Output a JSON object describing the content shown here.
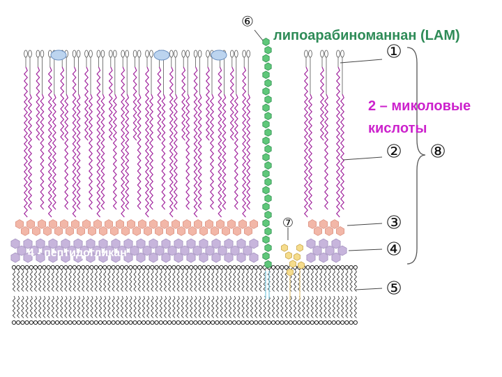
{
  "labels": {
    "lam": "липоарабиноманнан (LAM)",
    "mycolic_acids": "2 – миколовые кислоты",
    "peptidoglycan": "4 - пептидогликан"
  },
  "markers": [
    "①",
    "②",
    "③",
    "④",
    "⑤",
    "⑥",
    "⑦",
    "⑧"
  ],
  "colors": {
    "lam": "#2e8b57",
    "lam_bead": "#5fc77a",
    "mycolic": "#a0229c",
    "mycolic_label": "#cc22cc",
    "arabinogalactan": "#f2b7a8",
    "peptidoglycan": "#c7b5dc",
    "membrane": "#222222",
    "glycolipid_head": "#bcd4ef",
    "lipomannan": "#f5dc8c"
  },
  "icons": [
    "circled-number-markers",
    "curly-brace"
  ]
}
